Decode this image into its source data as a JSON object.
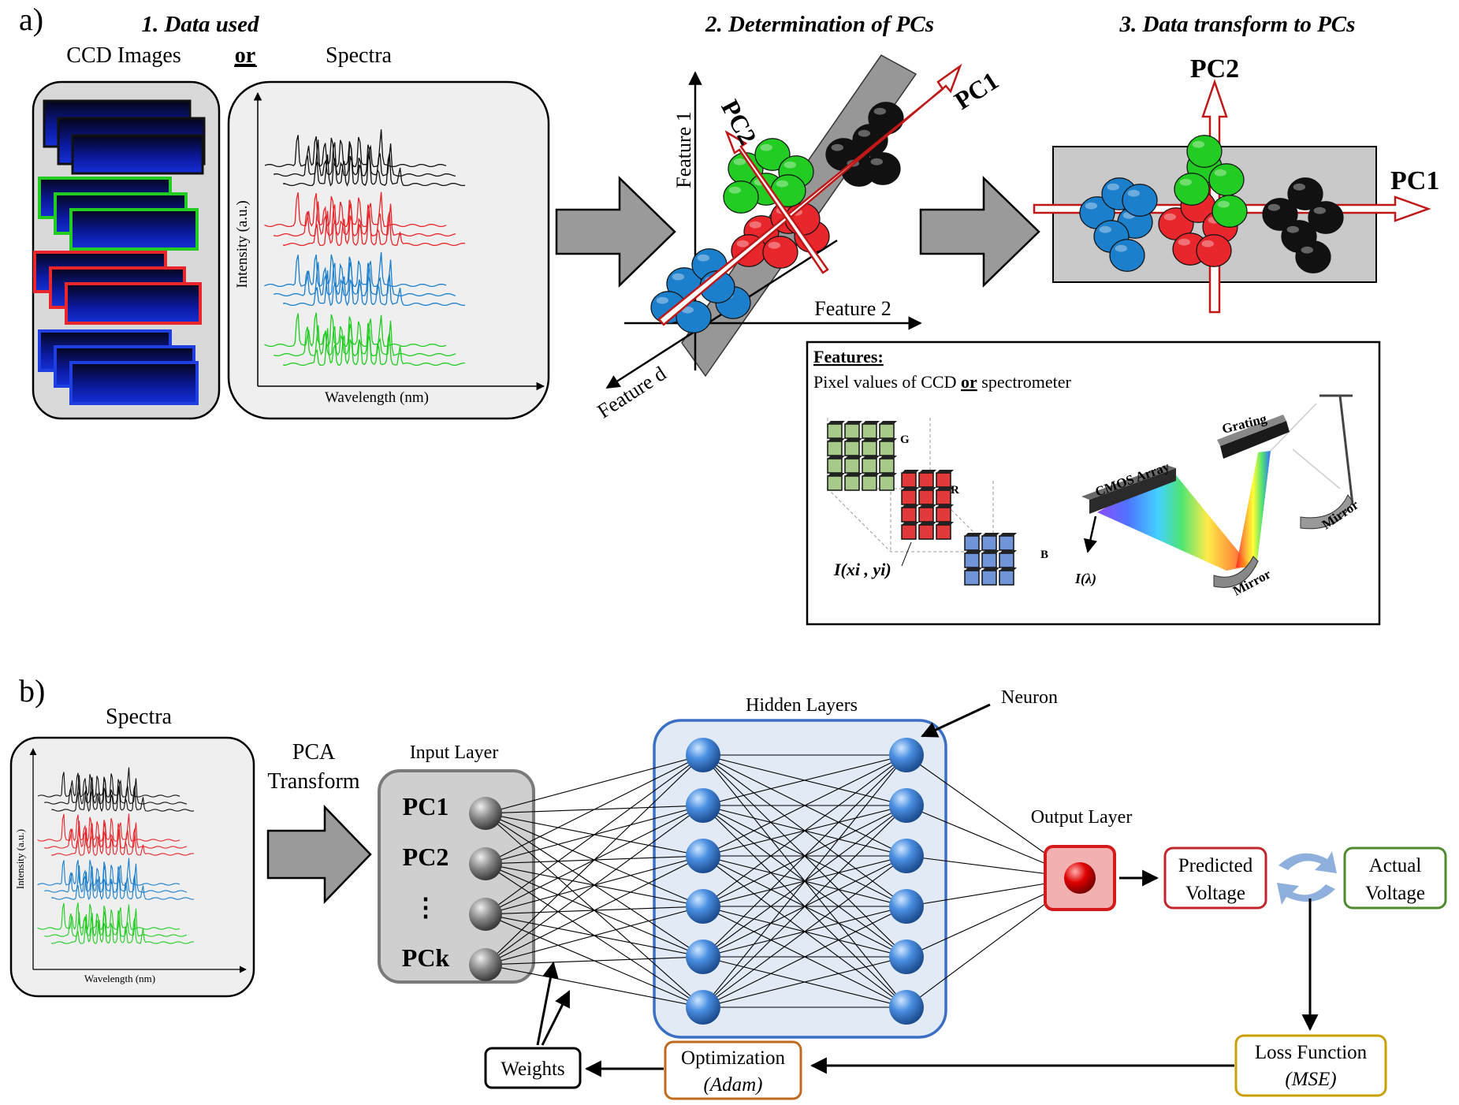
{
  "panel_a": {
    "label": "a)",
    "step1_title": "1. Data used",
    "ccd_label": "CCD Images",
    "or_label": "or",
    "spectra_label": "Spectra",
    "y_axis": "Intensity (a.u.)",
    "x_axis": "Wavelength (nm)",
    "step2_title": "2. Determination of PCs",
    "feature1": "Feature 1",
    "feature2": "Feature 2",
    "feature_d": "Feature d",
    "pc1": "PC1",
    "pc2": "PC2",
    "step3_title": "3. Data transform to PCs",
    "features_title": "Features:",
    "features_pre": "Pixel values of CCD ",
    "features_or": "or",
    "features_post": " spectrometer",
    "g": "G",
    "r": "R",
    "b": "B",
    "pixel_formula": "I(xi , yi)",
    "cmos": "CMOS Array",
    "grating": "Grating",
    "mirror": "Mirror",
    "lambda_label": "I(λ)"
  },
  "panel_b": {
    "label": "b)",
    "spectra_label": "Spectra",
    "y_axis": "Intensity (a.u.)",
    "x_axis": "Wavelength (nm)",
    "pca_line1": "PCA",
    "pca_line2": "Transform",
    "input_layer": "Input Layer",
    "inputs": [
      "PC1",
      "PC2",
      "⋮",
      "PCk"
    ],
    "hidden_layers": "Hidden Layers",
    "neuron": "Neuron",
    "output_layer": "Output Layer",
    "predicted_1": "Predicted",
    "predicted_2": "Voltage",
    "actual_1": "Actual",
    "actual_2": "Voltage",
    "loss_1": "Loss Function",
    "loss_2": "(MSE)",
    "optim_1": "Optimization",
    "optim_2": "(Adam)",
    "weights": "Weights"
  },
  "colors": {
    "black": "#111111",
    "red": "#e8262b",
    "green": "#22cc22",
    "blue": "#1c7fcc",
    "node": "#3f8fd8",
    "predicted_border": "#c0262b",
    "actual_border": "#4f8a2f",
    "loss_border": "#c8a000",
    "optim_border": "#c06a20"
  }
}
